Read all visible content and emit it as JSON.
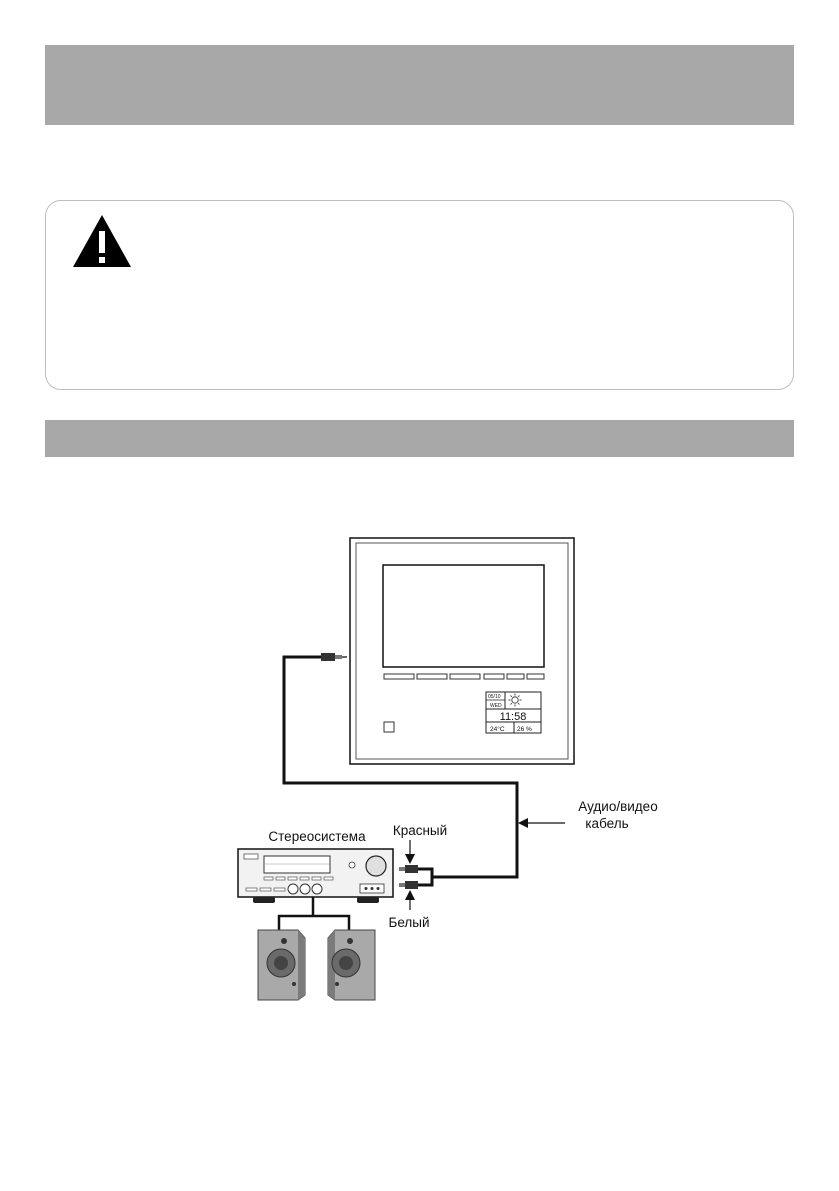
{
  "diagram": {
    "labels": {
      "stereo": "Стереосистема",
      "red": "Красный",
      "white": "Белый",
      "cable_line1": "Аудио/видео",
      "cable_line2": "кабель"
    },
    "display": {
      "date": "05/10",
      "day": "WED",
      "time": "11:58",
      "temperature": "24°C",
      "humidity": "26 %"
    },
    "icons": [
      "warning-icon",
      "sun-icon"
    ]
  },
  "colors": {
    "bar_gray": "#a8a8a8",
    "box_border": "#bdbdbd",
    "line": "#111111"
  }
}
